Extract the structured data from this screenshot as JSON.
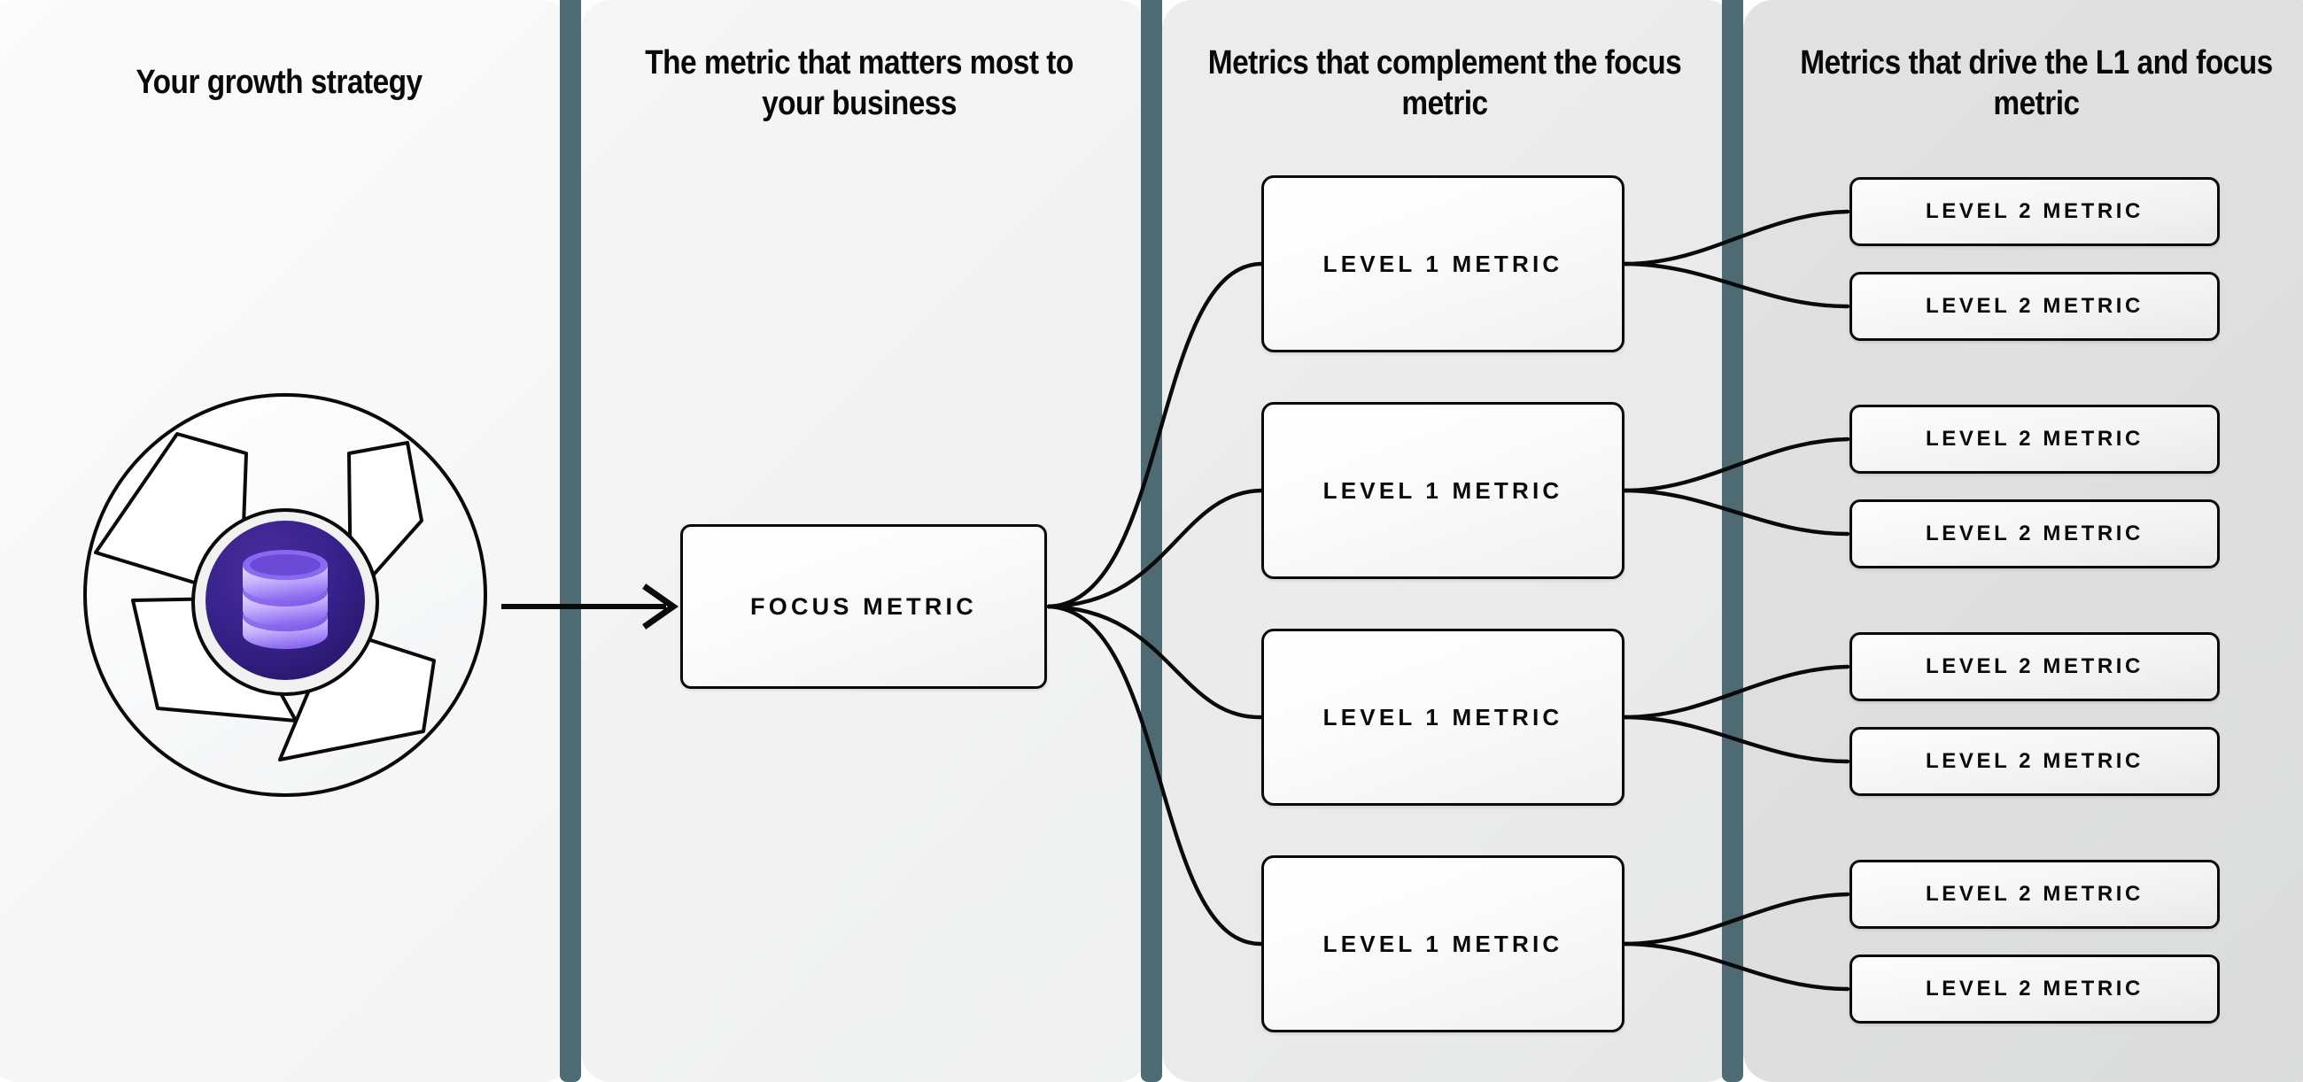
{
  "diagram": {
    "title": "Growth strategy metric tree",
    "columns": [
      {
        "id": "strategy",
        "heading": "Your growth strategy"
      },
      {
        "id": "focus",
        "heading": "The metric that matters most to your business"
      },
      {
        "id": "level1",
        "heading": "Metrics that complement the focus metric"
      },
      {
        "id": "level2",
        "heading": "Metrics that drive the L1 and focus metric"
      }
    ],
    "strategy_node": {
      "icon": "database-icon",
      "shape": "aperture-wheel",
      "icon_color": "#a78bfa",
      "icon_background": "#2f1d6e"
    },
    "focus_metric": {
      "label": "FOCUS METRIC"
    },
    "level1_metrics": [
      {
        "label": "LEVEL 1 METRIC"
      },
      {
        "label": "LEVEL 1 METRIC"
      },
      {
        "label": "LEVEL 1 METRIC"
      },
      {
        "label": "LEVEL 1 METRIC"
      }
    ],
    "level2_metrics": [
      {
        "label": "LEVEL 2 METRIC"
      },
      {
        "label": "LEVEL 2 METRIC"
      },
      {
        "label": "LEVEL 2 METRIC"
      },
      {
        "label": "LEVEL 2 METRIC"
      },
      {
        "label": "LEVEL 2 METRIC"
      },
      {
        "label": "LEVEL 2 METRIC"
      },
      {
        "label": "LEVEL 2 METRIC"
      },
      {
        "label": "LEVEL 2 METRIC"
      }
    ],
    "colors": {
      "divider": "#4e6a72",
      "panel_1": "#f8f8f8",
      "panel_2": "#f3f3f3",
      "panel_3": "#eaeaea",
      "panel_4": "#dedede",
      "node_border": "#0a0a0a",
      "connector": "#0a0a0a",
      "text": "#07090a"
    }
  }
}
